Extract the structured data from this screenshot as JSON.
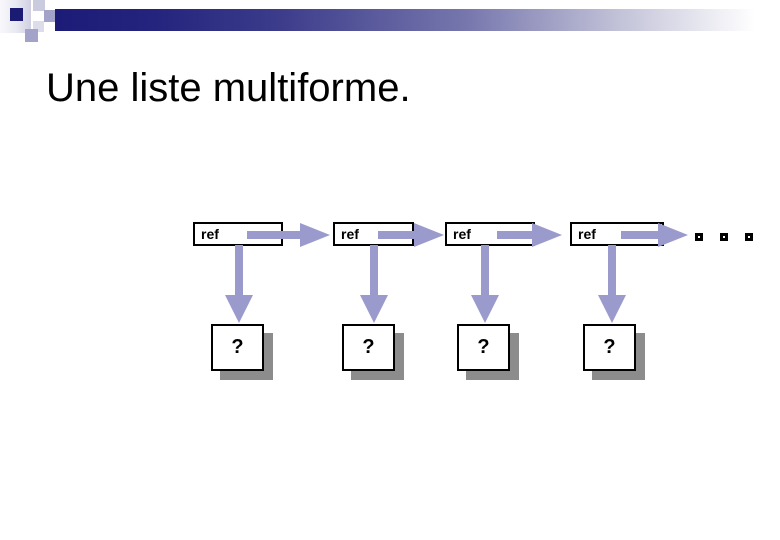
{
  "slide": {
    "title": "Une liste multiforme.",
    "colors": {
      "accent_navy": "#1b1b73",
      "arrow_lavender": "#9a9acc",
      "box_border": "#000000",
      "shadow_gray": "#8c8c8c"
    },
    "diagram": {
      "nodes": [
        {
          "ref_label": "ref",
          "value_label": "?"
        },
        {
          "ref_label": "ref",
          "value_label": "?"
        },
        {
          "ref_label": "ref",
          "value_label": "?"
        },
        {
          "ref_label": "ref",
          "value_label": "?"
        }
      ],
      "ellipsis_dot_count": 3
    }
  }
}
